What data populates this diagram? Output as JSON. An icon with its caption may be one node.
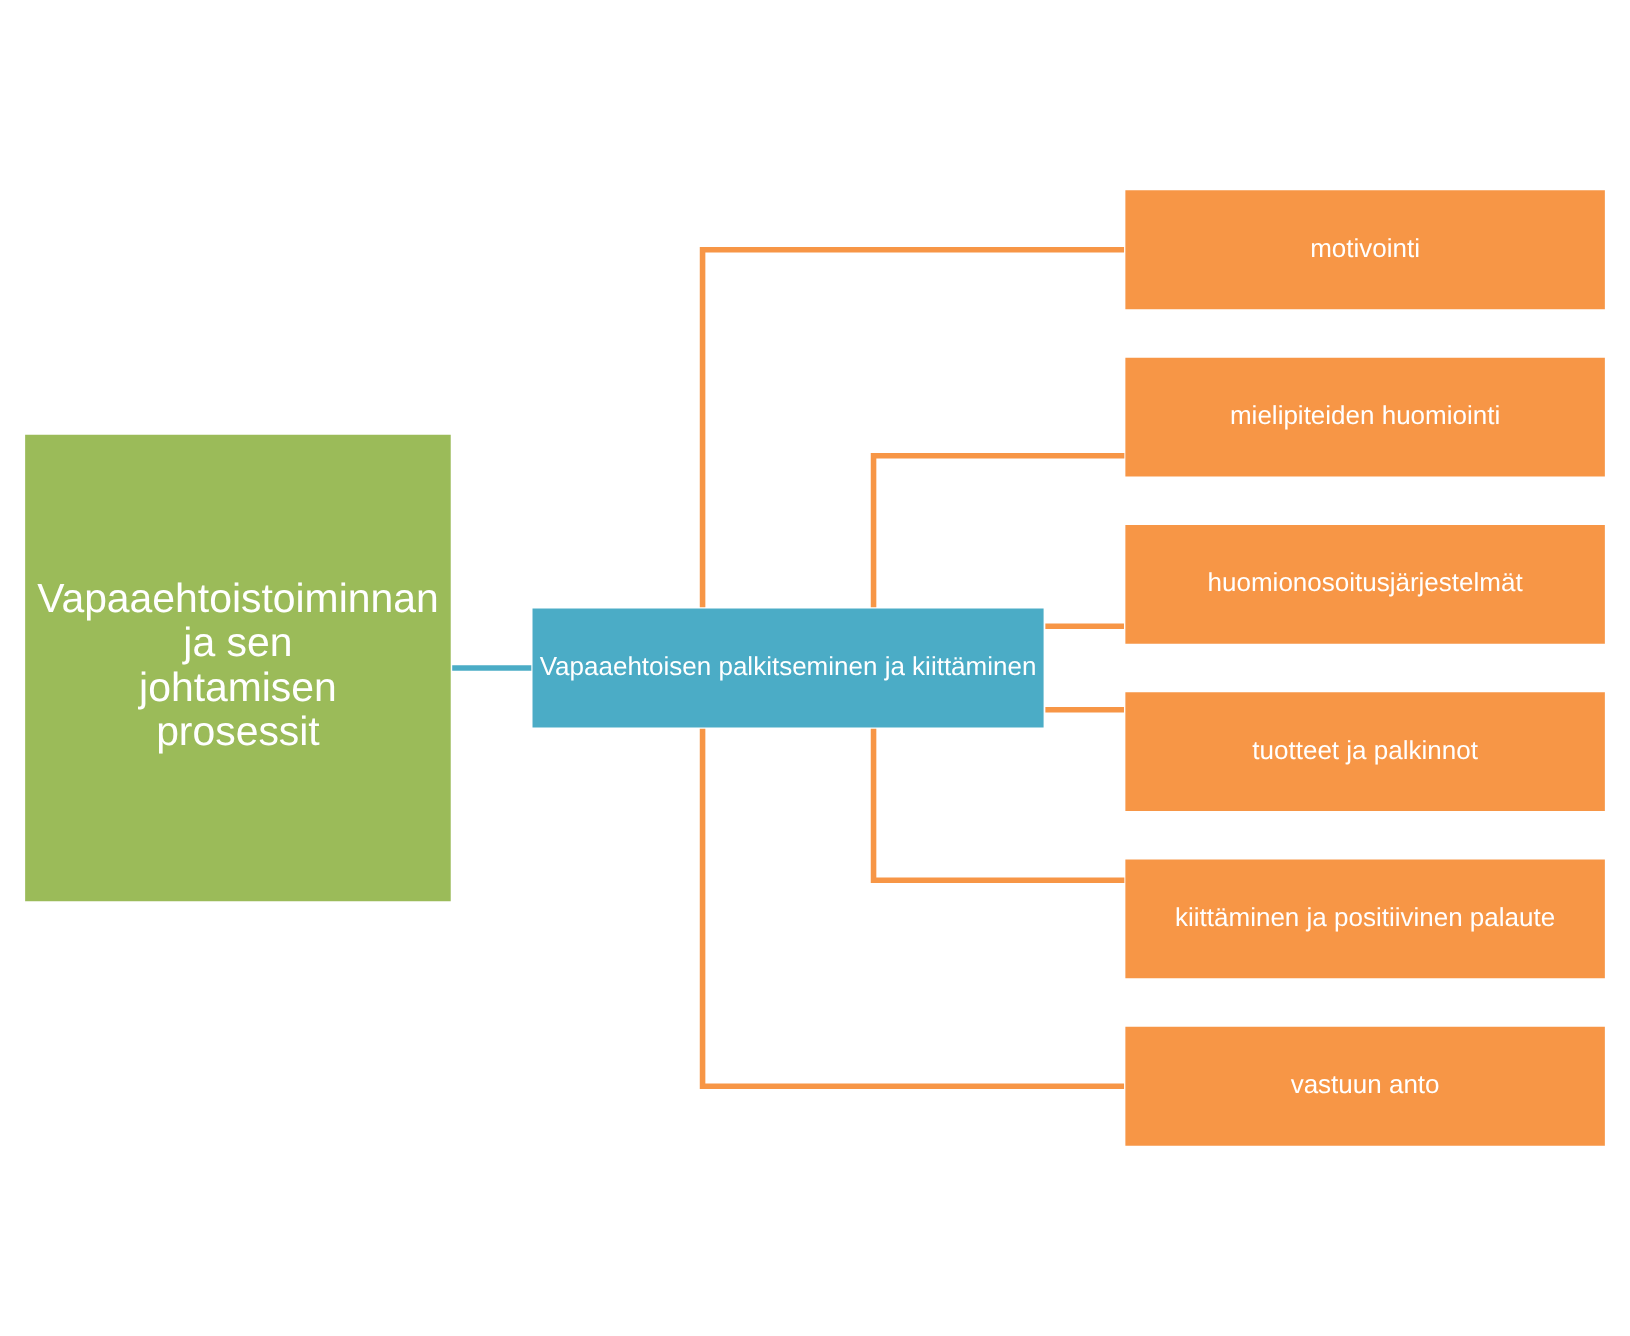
{
  "diagram": {
    "nodes": [
      {
        "text": [
          "Vapaaehtoistoiminnan ja sen johtamisen prosessit"
        ]
      },
      {
        "text": [
          "Vapaaehtoisen palkitseminen ja kiittäminen"
        ]
      },
      {
        "text": [
          "motivointi"
        ]
      },
      {
        "text": [
          "mielipiteiden huomiointi"
        ]
      },
      {
        "text": [
          "huomionosoitusjärjestelmät"
        ]
      },
      {
        "text": [
          "tuotteet ja palkinnot"
        ]
      },
      {
        "text": [
          "kiittäminen ja positiivinen palaute"
        ]
      },
      {
        "text": [
          "vastuun anto"
        ]
      }
    ],
    "edges": [
      {
        "from": 0,
        "to": 1,
        "arrow": "none",
        "color": "#4bacc6"
      },
      {
        "from": 1,
        "to": 2,
        "arrow": "none"
      },
      {
        "from": 1,
        "to": 3,
        "arrow": "none"
      },
      {
        "from": 1,
        "to": 4,
        "arrow": "none"
      },
      {
        "from": 1,
        "to": 5,
        "arrow": "none"
      },
      {
        "from": 1,
        "to": 6,
        "arrow": "none"
      },
      {
        "from": 1,
        "to": 7,
        "arrow": "none"
      }
    ]
  }
}
